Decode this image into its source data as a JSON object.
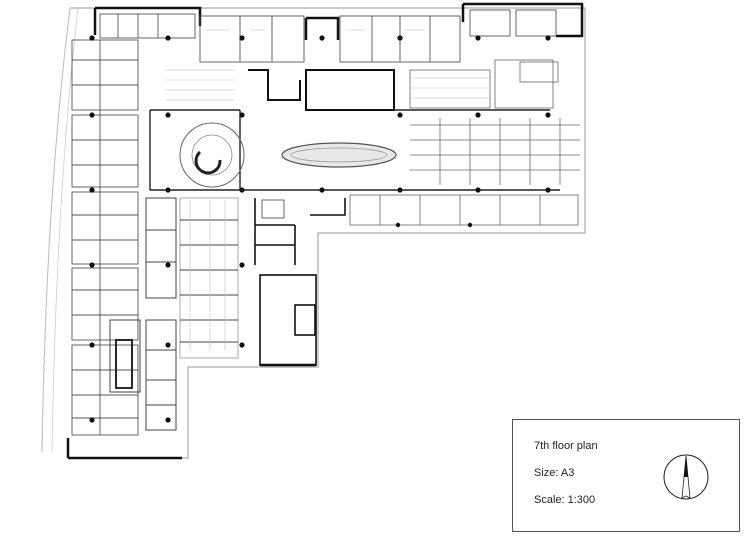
{
  "legend": {
    "title": "7th floor plan",
    "size": "Size: A3",
    "scale": "Scale: 1:300"
  },
  "icons": {
    "north_arrow": "north-arrow-icon"
  },
  "colors": {
    "line": "#222222",
    "light_line": "#bbbbbb",
    "background": "#ffffff"
  }
}
